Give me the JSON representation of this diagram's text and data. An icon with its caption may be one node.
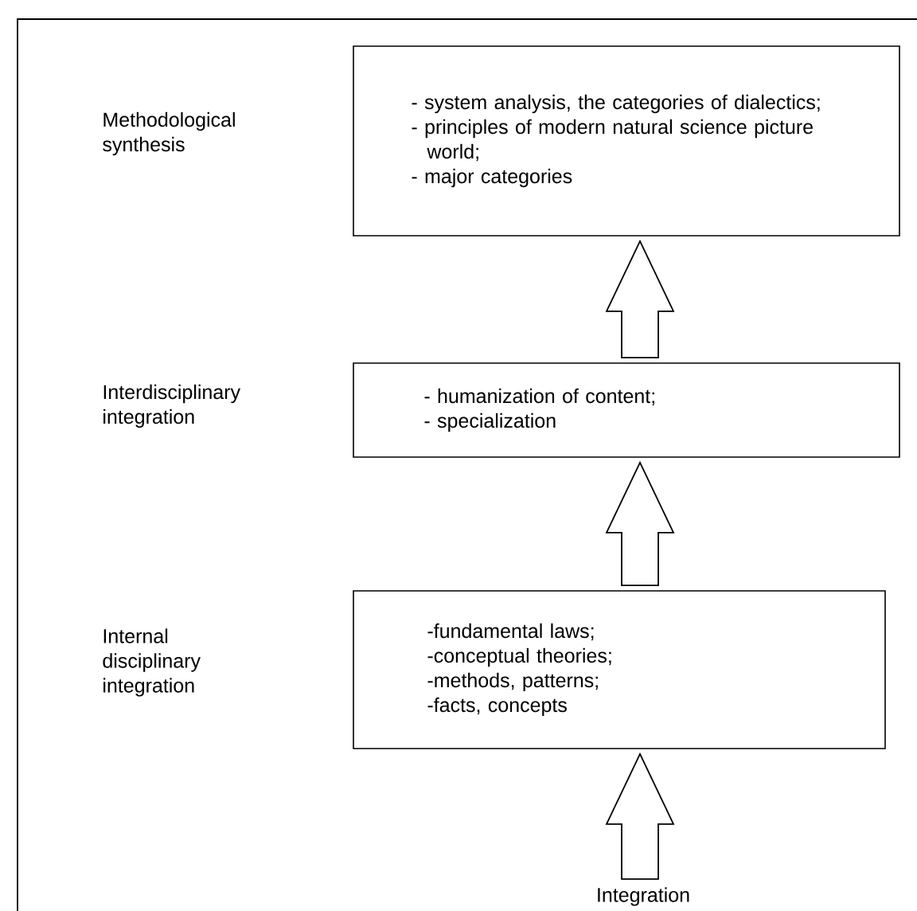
{
  "diagram": {
    "nodes": [
      {
        "text": [
          "- system analysis, the categories of dialectics;",
          "- principles of modern natural science picture world;",
          "- major categories"
        ]
      },
      {
        "text": [
          "- humanization of content;",
          "- specialization"
        ]
      },
      {
        "text": [
          "-fundamental laws;",
          "-conceptual theories;",
          "-methods, patterns;",
          "-facts, concepts"
        ]
      },
      {
        "text": [
          "Integration"
        ]
      }
    ],
    "edges": [
      {
        "from": 3,
        "to": 2,
        "arrow": "to"
      },
      {
        "from": 2,
        "to": 1,
        "arrow": "to"
      },
      {
        "from": 1,
        "to": 0,
        "arrow": "to"
      }
    ],
    "labels": [
      "Methodological synthesis",
      "Interdisciplinary integration",
      "Internal disciplinary integration"
    ]
  }
}
